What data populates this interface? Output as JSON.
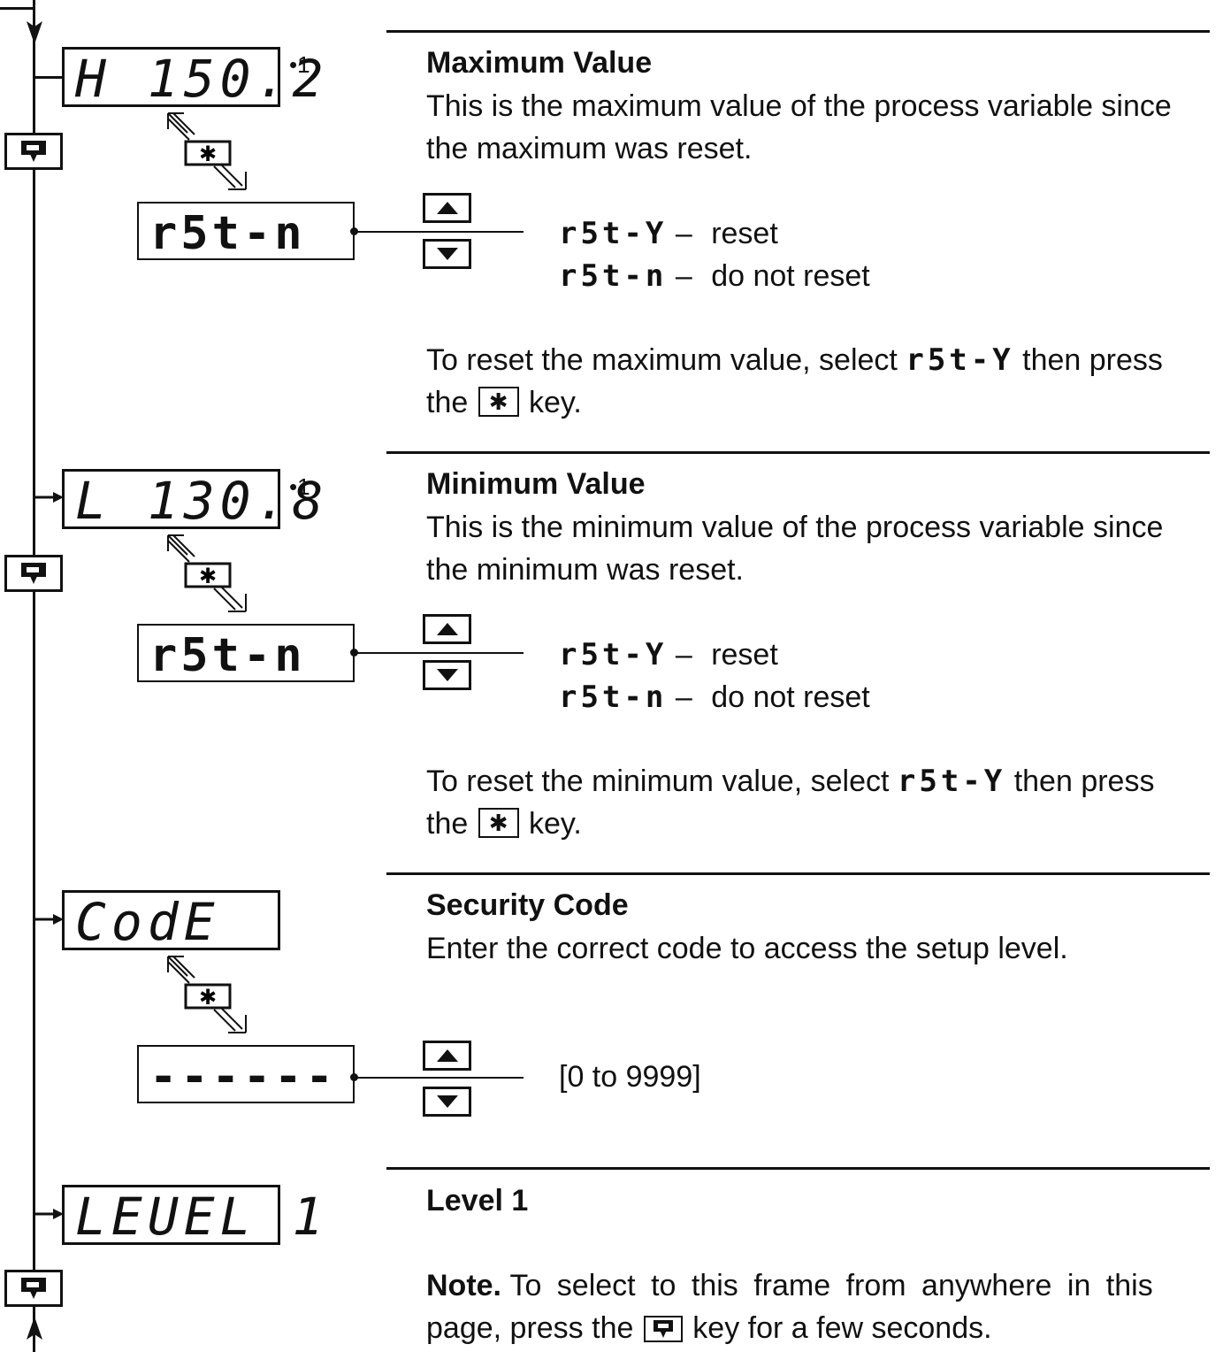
{
  "sections": [
    {
      "lcd": "H 150.2",
      "note_marker": "•1",
      "title": "Maximum Value",
      "description": "This is the maximum value of the process variable since the maximum was reset.",
      "sub_lcd": "r5t-n",
      "options": [
        {
          "code": "r5t-Y",
          "dash": "–",
          "label": "reset"
        },
        {
          "code": "r5t-n",
          "dash": "–",
          "label": "do not reset"
        }
      ],
      "instruction_pre": "To reset the maximum value, select",
      "instruction_code": "r5t-Y",
      "instruction_mid": "then press",
      "instruction_the": "the",
      "instruction_post": "key."
    },
    {
      "lcd": "L 130.8",
      "note_marker": "•1",
      "title": "Minimum Value",
      "description": "This is the minimum value of the process variable since the minimum was reset.",
      "sub_lcd": "r5t-n",
      "options": [
        {
          "code": "r5t-Y",
          "dash": "–",
          "label": "reset"
        },
        {
          "code": "r5t-n",
          "dash": "–",
          "label": "do not reset"
        }
      ],
      "instruction_pre": "To reset the minimum value, select",
      "instruction_code": "r5t-Y",
      "instruction_mid": "then press",
      "instruction_the": "the",
      "instruction_post": "key."
    },
    {
      "lcd": "CodE",
      "title": "Security Code",
      "description": "Enter the correct code to access the setup level.",
      "sub_lcd": "------",
      "range": "[0 to 9999]"
    },
    {
      "lcd": "LEUEL 1",
      "title": "Level 1",
      "note_bold": "Note.",
      "note_text_1": "To select to this frame from anywhere in this",
      "note_text_2_pre": "page, press the",
      "note_text_2_post": "key for a few seconds."
    }
  ],
  "icons": {
    "star_key": "asterisk-key-icon",
    "scroll_key": "scroll-key-icon",
    "up_key": "up-arrow-key-icon",
    "down_key": "down-arrow-key-icon"
  }
}
